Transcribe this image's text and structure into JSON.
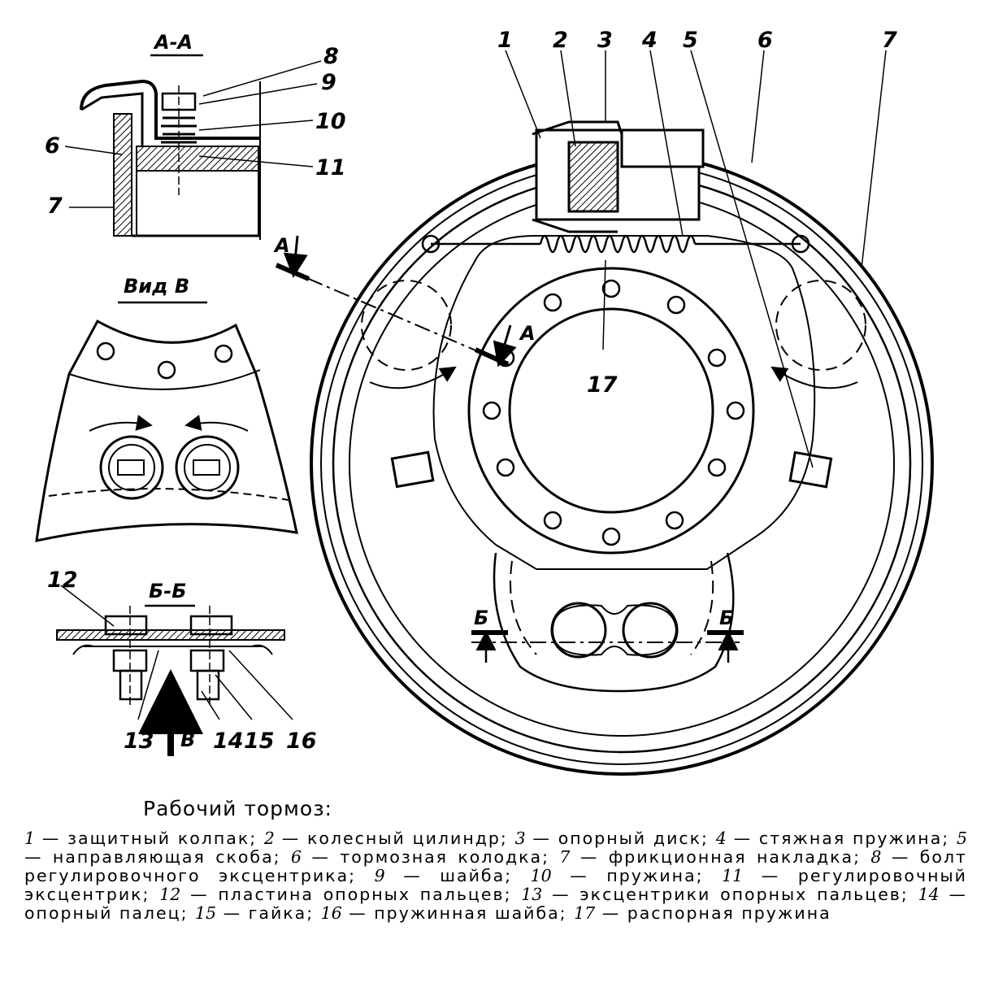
{
  "figure": {
    "section_aa": "А-А",
    "view_b": "Вид В",
    "section_bb": "Б-Б",
    "cut_letter_a": "А",
    "cut_letter_b": "Б",
    "view_letter": "В",
    "callouts_main": [
      "1",
      "2",
      "3",
      "4",
      "5",
      "6",
      "7",
      "17"
    ],
    "callouts_aa": [
      "8",
      "9",
      "10",
      "11",
      "6",
      "7"
    ],
    "callouts_bb": [
      "12",
      "13",
      "14",
      "15",
      "16"
    ]
  },
  "caption": {
    "title": "Рабочий тормоз:",
    "items": [
      {
        "num": "1",
        "text": "защитный колпак;"
      },
      {
        "num": "2",
        "text": "колесный цилиндр;"
      },
      {
        "num": "3",
        "text": "опорный диск;"
      },
      {
        "num": "4",
        "text": "стяжная пружина;"
      },
      {
        "num": "5",
        "text": "направляющая скоба;"
      },
      {
        "num": "6",
        "text": "тормозная колодка;"
      },
      {
        "num": "7",
        "text": "фрикционная накладка;"
      },
      {
        "num": "8",
        "text": "болт регулировочного эксцентрика;"
      },
      {
        "num": "9",
        "text": "шайба;"
      },
      {
        "num": "10",
        "text": "пружина;"
      },
      {
        "num": "11",
        "text": "регулировочный эксцентрик;"
      },
      {
        "num": "12",
        "text": "пластина опорных пальцев;"
      },
      {
        "num": "13",
        "text": "эксцентрики опорных пальцев;"
      },
      {
        "num": "14",
        "text": "опорный палец;"
      },
      {
        "num": "15",
        "text": "гайка;"
      },
      {
        "num": "16",
        "text": "пружинная шайба;"
      },
      {
        "num": "17",
        "text": "распорная пружина"
      }
    ]
  }
}
